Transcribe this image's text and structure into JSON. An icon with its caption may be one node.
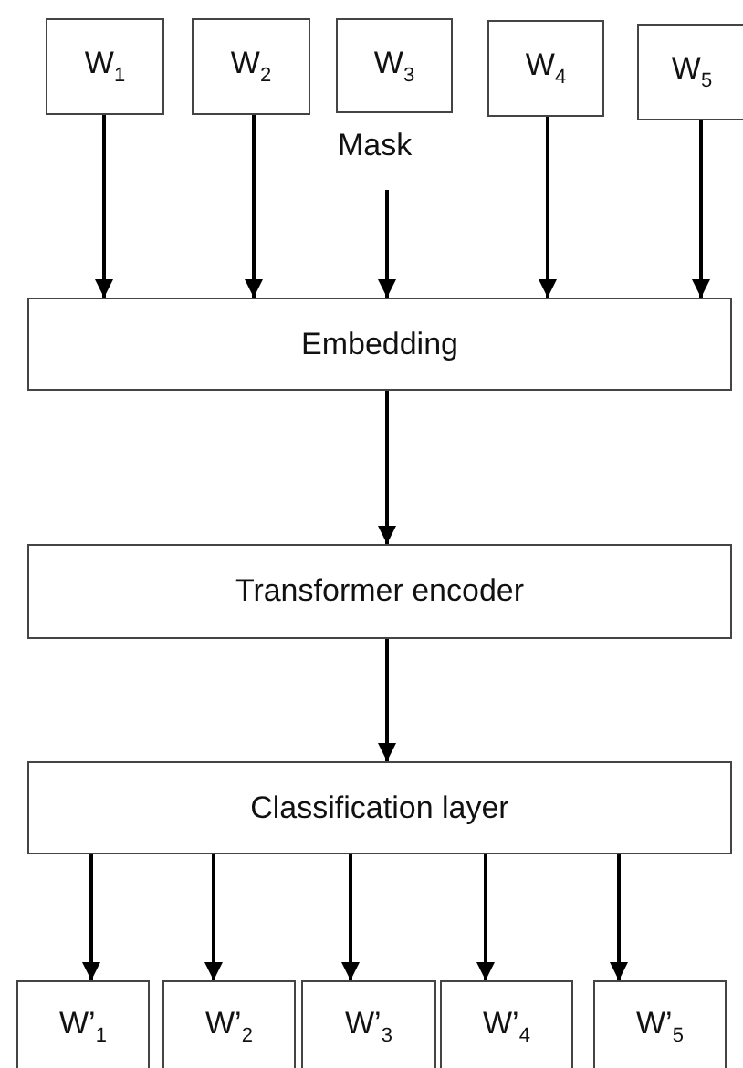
{
  "diagram": {
    "nodes": [
      {
        "text": [
          "W$_{1}$"
        ]
      },
      {
        "text": [
          "W$_{2}$"
        ]
      },
      {
        "text": [
          "W$_{3}$"
        ],
        "beside": [
          "Mask"
        ]
      },
      {
        "text": [
          "W$_{4}$"
        ]
      },
      {
        "text": [
          "W$_{5}$"
        ]
      },
      {
        "text": [
          "Embedding"
        ]
      },
      {
        "text": [
          "Transformer encoder"
        ]
      },
      {
        "text": [
          "Classification layer"
        ]
      },
      {
        "text": [
          "W’$_{1}$"
        ]
      },
      {
        "text": [
          "W’$_{2}$"
        ]
      },
      {
        "text": [
          "W’$_{3}$"
        ]
      },
      {
        "text": [
          "W’$_{4}$"
        ]
      },
      {
        "text": [
          "W’$_{5}$"
        ]
      }
    ],
    "edges": [
      {
        "from": 0,
        "to": 5,
        "arrow": "to"
      },
      {
        "from": 1,
        "to": 5,
        "arrow": "to"
      },
      {
        "from": 2,
        "to": 5,
        "arrow": "to"
      },
      {
        "from": 3,
        "to": 5,
        "arrow": "to"
      },
      {
        "from": 4,
        "to": 5,
        "arrow": "to"
      },
      {
        "from": 5,
        "to": 6,
        "arrow": "to"
      },
      {
        "from": 6,
        "to": 7,
        "arrow": "to"
      },
      {
        "from": 7,
        "to": 8,
        "arrow": "to"
      },
      {
        "from": 7,
        "to": 9,
        "arrow": "to"
      },
      {
        "from": 7,
        "to": 10,
        "arrow": "to"
      },
      {
        "from": 7,
        "to": 11,
        "arrow": "to"
      },
      {
        "from": 7,
        "to": 12,
        "arrow": "to"
      }
    ]
  }
}
